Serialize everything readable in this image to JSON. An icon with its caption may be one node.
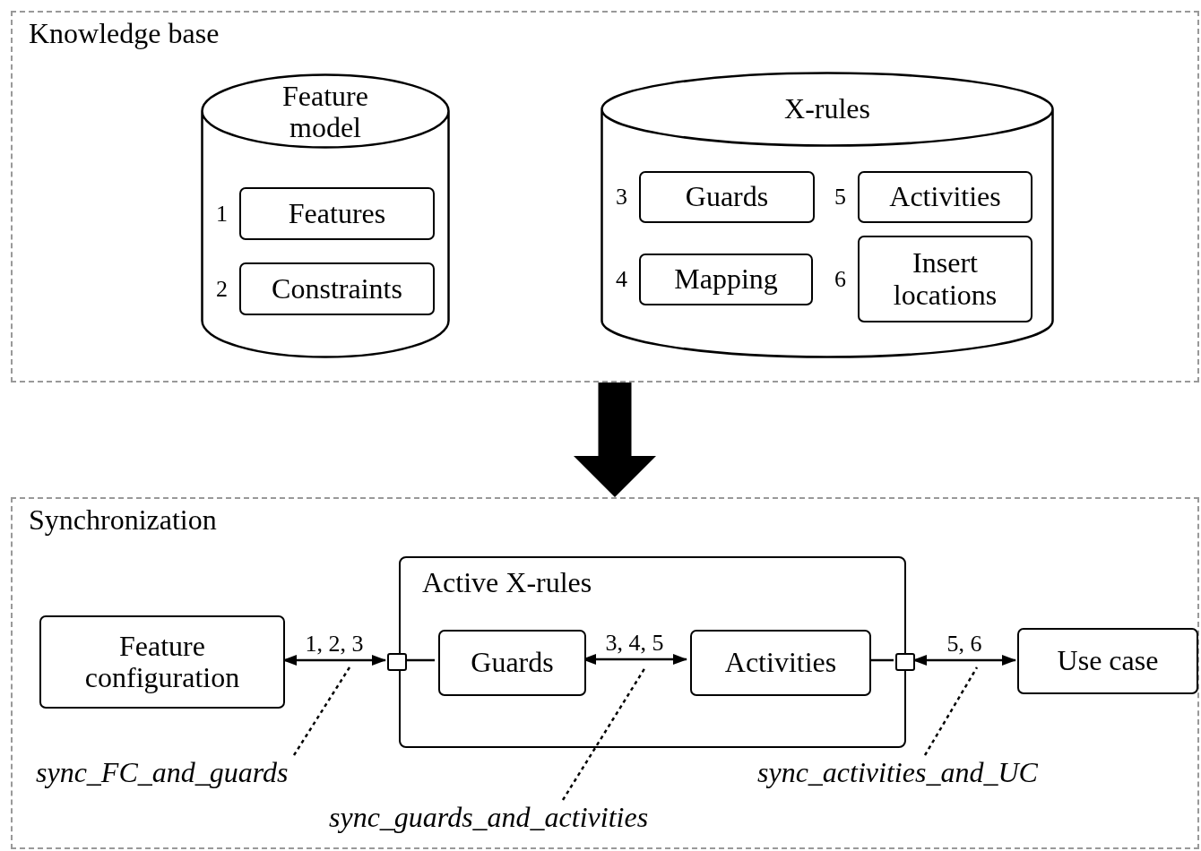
{
  "diagram": {
    "nodes": [
      {
        "text": [
          "Knowledge base"
        ]
      },
      {
        "text": [
          "Feature model"
        ],
        "in": 0
      },
      {
        "text": [
          "Features"
        ],
        "in": 1,
        "beside": [
          "1"
        ]
      },
      {
        "text": [
          "Constraints"
        ],
        "in": 1,
        "beside": [
          "2"
        ]
      },
      {
        "text": [
          "X-rules"
        ],
        "in": 0
      },
      {
        "text": [
          "Guards"
        ],
        "in": 4,
        "beside": [
          "3"
        ]
      },
      {
        "text": [
          "Activities"
        ],
        "in": 4,
        "beside": [
          "5"
        ]
      },
      {
        "text": [
          "Mapping"
        ],
        "in": 4,
        "beside": [
          "4"
        ]
      },
      {
        "text": [
          "Insert locations"
        ],
        "in": 4,
        "beside": [
          "6"
        ]
      },
      {
        "text": [
          "Synchronization"
        ]
      },
      {
        "text": [
          "Feature configuration"
        ],
        "in": 9
      },
      {
        "text": [
          "Active X-rules"
        ],
        "in": 9
      },
      {
        "text": [],
        "shape": "box",
        "in": 9
      },
      {
        "text": [
          "Guards"
        ],
        "in": 11
      },
      {
        "text": [
          "Activities"
        ],
        "in": 11
      },
      {
        "text": [],
        "shape": "box",
        "in": 9
      },
      {
        "text": [
          "Use case"
        ],
        "in": 9
      },
      {
        "text": [
          "sync_FC_and_guards"
        ],
        "in": 9
      },
      {
        "text": [
          "sync_guards_and_activities"
        ],
        "in": 9
      },
      {
        "text": [
          "sync_activities_and_UC"
        ],
        "in": 9
      }
    ],
    "edges": [
      {
        "from": 0,
        "to": 9,
        "arrow": "to",
        "style": "thick"
      },
      {
        "from": 10,
        "to": 12,
        "arrow": "both",
        "label": "1, 2, 3"
      },
      {
        "from": 12,
        "to": 13,
        "arrow": "none"
      },
      {
        "from": 13,
        "to": 14,
        "arrow": "both",
        "label": "3, 4, 5"
      },
      {
        "from": 14,
        "to": 15,
        "arrow": "none"
      },
      {
        "from": 15,
        "to": 16,
        "arrow": "both",
        "label": "5, 6"
      },
      {
        "from": 17,
        "to": null,
        "arrow": "none",
        "style": "dashed"
      },
      {
        "from": 18,
        "to": null,
        "arrow": "none",
        "style": "dashed"
      },
      {
        "from": 19,
        "to": null,
        "arrow": "none",
        "style": "dashed"
      }
    ]
  }
}
